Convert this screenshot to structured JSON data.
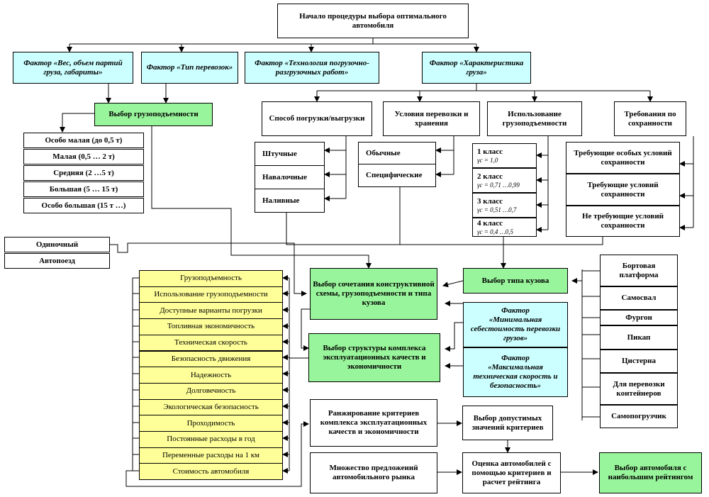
{
  "start": "Начало процедуры выбора оптимального автомобиля",
  "factors": {
    "weight": "Фактор «Вес, объем партий груза, габариты»",
    "transport_type": "Фактор «Тип перевозок»",
    "technology": "Фактор «Технология погрузочно-разгрузочных работ»",
    "cargo": "Фактор «Характеристика груза»"
  },
  "capacity": {
    "title": "Выбор грузоподъемности",
    "items": [
      "Особо малая (до 0,5 т)",
      "Малая (0,5 … 2 т)",
      "Средняя (2 …5 т)",
      "Большая (5 … 15 т)",
      "Особо большая  (15 т …)"
    ]
  },
  "cargo_groups": {
    "loading": "Способ погрузки/выгрузки",
    "conditions": "Условия перевозки и хранения",
    "capacity_use": "Использование грузоподъемности",
    "safety": "Требования по сохранности"
  },
  "loading_items": [
    "Штучные",
    "Навалочные",
    "Наливные"
  ],
  "condition_items": [
    "Обычные",
    "Специфические"
  ],
  "classes": [
    {
      "title": "1 класс",
      "sub": "γс = 1,0"
    },
    {
      "title": "2 класс",
      "sub": "γс = 0,71 …0,99"
    },
    {
      "title": "3 класс",
      "sub": "γс = 0,51 …0,7"
    },
    {
      "title": "4 класс",
      "sub": "γс = 0,4 …0,5"
    }
  ],
  "safety_items": [
    "Требующие особых условий сохранности",
    "Требующие условий сохранности",
    "Не требующие условий сохранности"
  ],
  "transport_kinds": [
    "Одиночный",
    "Автопоезд"
  ],
  "combination": "Выбор сочетания конструктивной схемы, грузоподъемности и типа кузова",
  "body_type": "Выбор типа кузова",
  "body_items": [
    "Бортовая платформа",
    "Самосвал",
    "Фургон",
    "Пикап",
    "Цистерна",
    "Для перевозки контейнеров",
    "Самопогрузчик"
  ],
  "structure": "Выбор структуры комплекса эксплуатационных качеств и экономичности",
  "factor_min_cost": {
    "head": "Фактор",
    "text": "«Минимальная себестоимость перевозки грузов»"
  },
  "factor_max_speed": {
    "head": "Фактор",
    "text": "«Максимальная техническая скорость и безопасность»"
  },
  "criteria": [
    "Грузоподъемность",
    "Использование грузоподъемности",
    "Доступные варианты погрузки",
    "Топливная экономичность",
    "Техническая скорость",
    "Безопасность движения",
    "Надежность",
    "Долговечность",
    "Экологическая безопасность",
    "Проходимость",
    "Постоянные расходы в год",
    "Переменные расходы на 1 км",
    "Стоимость автомобиля"
  ],
  "ranking": "Ранжирование критериев комплекса эксплуатационных качеств и экономичности",
  "acceptable": "Выбор допустимых значений критериев",
  "market": "Множество предложений автомобильного рынка",
  "evaluation": "Оценка автомобилей с помощью критериев и расчет рейтинга",
  "final": "Выбор автомобиля с наибольшим рейтингом",
  "colors": {
    "factor_bg": "#ccffff",
    "process_bg": "#99f59b",
    "criteria_bg": "#ffff99",
    "line": "#000000"
  }
}
